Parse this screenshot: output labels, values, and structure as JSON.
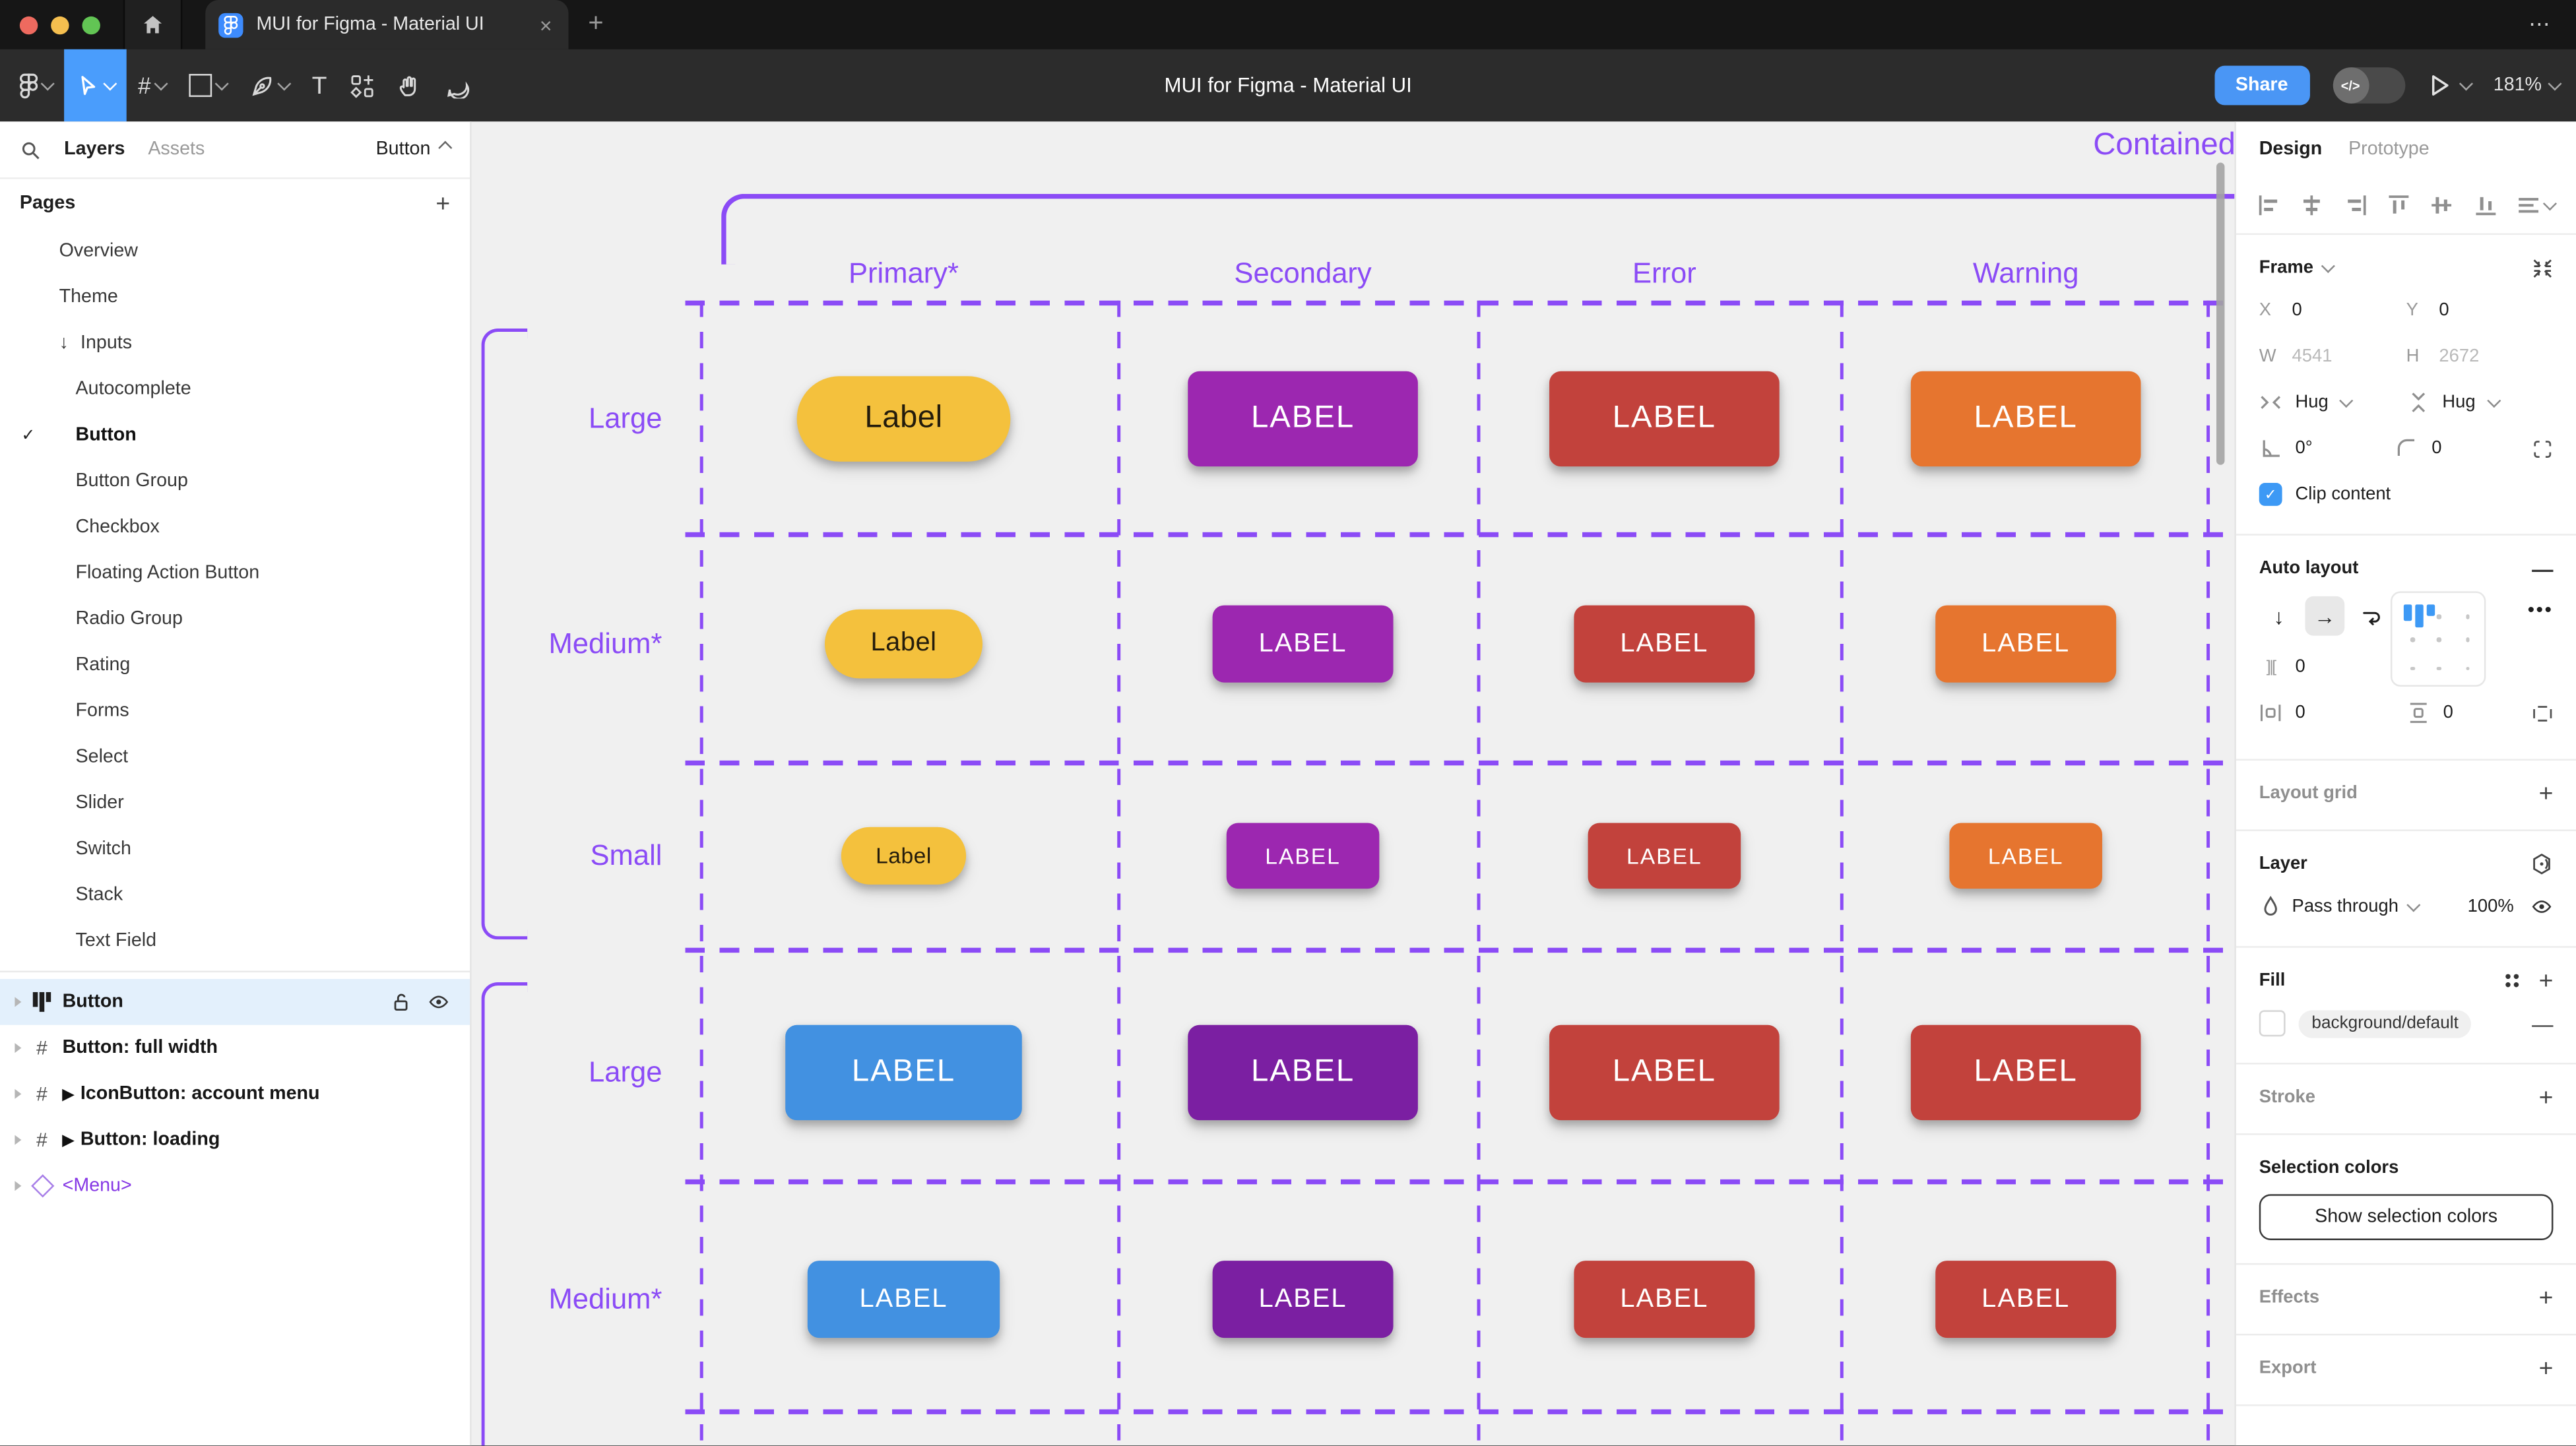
{
  "icons": {
    "close": "×",
    "plus": "+",
    "minus": "—",
    "check": "✓",
    "down_arrow": "↓",
    "right_arrow": "→",
    "dots": "•••",
    "ellipsis": "⋯",
    "hash": "#",
    "text_tool": "T"
  },
  "browser": {
    "tab_title": "MUI for Figma - Material UI"
  },
  "toolbar": {
    "title": "MUI for Figma - Material UI",
    "share_label": "Share",
    "zoom_level": "181%"
  },
  "sidebar": {
    "tab_layers": "Layers",
    "tab_assets": "Assets",
    "page_selector": "Button",
    "pages_header": "Pages",
    "pages": [
      {
        "label": "Overview"
      },
      {
        "label": "Theme"
      },
      {
        "label": "Inputs"
      },
      {
        "label": "Autocomplete"
      },
      {
        "label": "Button"
      },
      {
        "label": "Button Group"
      },
      {
        "label": "Checkbox"
      },
      {
        "label": "Floating Action Button"
      },
      {
        "label": "Radio Group"
      },
      {
        "label": "Rating"
      },
      {
        "label": "Forms"
      },
      {
        "label": "Select"
      },
      {
        "label": "Slider"
      },
      {
        "label": "Switch"
      },
      {
        "label": "Stack"
      },
      {
        "label": "Text Field"
      }
    ],
    "layers": [
      {
        "label": "Button"
      },
      {
        "label": "Button: full width"
      },
      {
        "label": "IconButton: account menu"
      },
      {
        "label": "Button: loading"
      },
      {
        "label": "<Menu>"
      }
    ]
  },
  "canvas": {
    "frame_title": "Contained",
    "columns": [
      "Primary*",
      "Secondary",
      "Error",
      "Warning"
    ],
    "rows": [
      "Large",
      "Medium*",
      "Small",
      "Large",
      "Medium*"
    ],
    "colors": {
      "accent": "#8b4bf6",
      "yellow": "#F4C13D",
      "purple": "#9C27B0",
      "red": "#C2423C",
      "orange": "#E6752F",
      "blue": "#4291E1",
      "deep_purple": "#7B1FA2"
    },
    "buttons": [
      [
        {
          "label": "Label",
          "color": "#F4C13D"
        },
        {
          "label": "LABEL",
          "color": "#9C27B0"
        },
        {
          "label": "LABEL",
          "color": "#C2423C"
        },
        {
          "label": "LABEL",
          "color": "#E6752F"
        }
      ],
      [
        {
          "label": "Label",
          "color": "#F4C13D"
        },
        {
          "label": "LABEL",
          "color": "#9C27B0"
        },
        {
          "label": "LABEL",
          "color": "#C2423C"
        },
        {
          "label": "LABEL",
          "color": "#E6752F"
        }
      ],
      [
        {
          "label": "Label",
          "color": "#F4C13D"
        },
        {
          "label": "LABEL",
          "color": "#9C27B0"
        },
        {
          "label": "LABEL",
          "color": "#C2423C"
        },
        {
          "label": "LABEL",
          "color": "#E6752F"
        }
      ],
      [
        {
          "label": "LABEL",
          "color": "#4291E1"
        },
        {
          "label": "LABEL",
          "color": "#7B1FA2"
        },
        {
          "label": "LABEL",
          "color": "#C2423C"
        },
        {
          "label": "LABEL",
          "color": "#C2423C"
        }
      ],
      [
        {
          "label": "LABEL",
          "color": "#4291E1"
        },
        {
          "label": "LABEL",
          "color": "#7B1FA2"
        },
        {
          "label": "LABEL",
          "color": "#C2423C"
        },
        {
          "label": "LABEL",
          "color": "#C2423C"
        }
      ]
    ]
  },
  "inspector": {
    "tab_design": "Design",
    "tab_prototype": "Prototype",
    "frame": {
      "title": "Frame",
      "x_label": "X",
      "x": "0",
      "y_label": "Y",
      "y": "0",
      "w_label": "W",
      "w": "4541",
      "h_label": "H",
      "h": "2672",
      "hug_h": "Hug",
      "hug_v": "Hug",
      "rotation": "0°",
      "radius": "0",
      "clip_label": "Clip content"
    },
    "auto_layout": {
      "title": "Auto layout",
      "gap": "0",
      "pad_h": "0",
      "pad_v": "0"
    },
    "layout_grid_title": "Layout grid",
    "layer": {
      "title": "Layer",
      "blend_mode": "Pass through",
      "opacity": "100%"
    },
    "fill": {
      "title": "Fill",
      "token": "background/default"
    },
    "stroke_title": "Stroke",
    "selection": {
      "title": "Selection colors",
      "button_label": "Show selection colors"
    },
    "effects_title": "Effects",
    "export_title": "Export"
  }
}
